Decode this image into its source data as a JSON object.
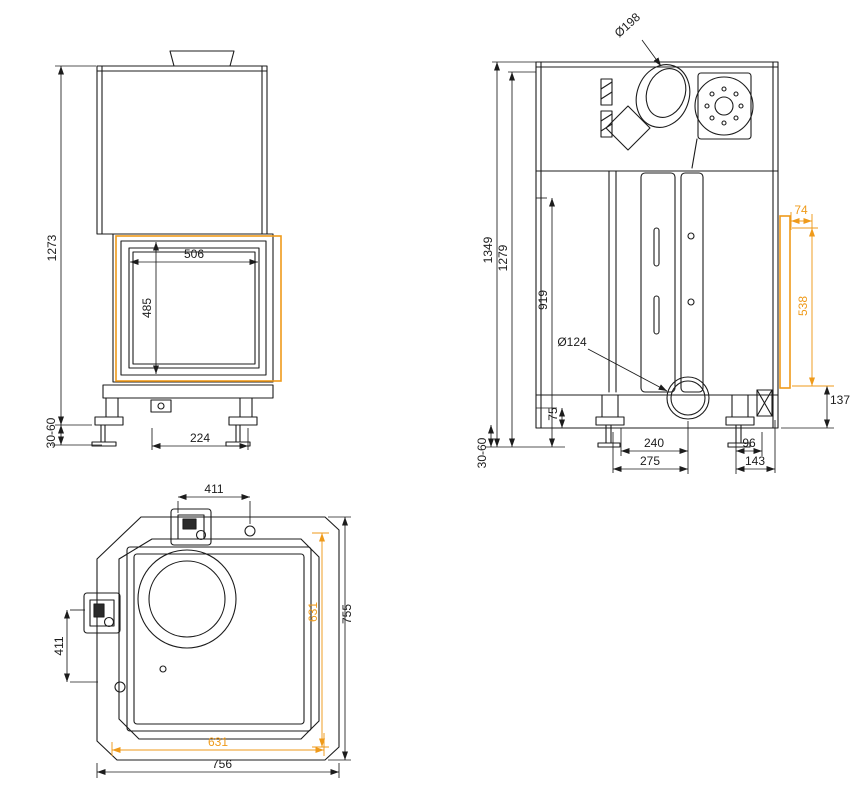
{
  "drawing": {
    "type": "technical-dimension-drawing",
    "subject": "fireplace insert three-view dimensional drawing",
    "line_color": "#1c1c1c",
    "accent_color": "#ef9a1a"
  },
  "dims": {
    "front": {
      "overall_height": "1273",
      "glass_width": "506",
      "glass_height": "485",
      "base_width": "224",
      "leg_adjustment": "30-60"
    },
    "side": {
      "flue_diameter": "Ø198",
      "total_height": "1349",
      "body_height": "1279",
      "mid_height": "919",
      "top_offset": "74",
      "frame_height": "538",
      "bottom_offset": "137",
      "duct_diameter": "Ø124",
      "duct_height": "75",
      "leg_adjustment": "30-60",
      "depth_240": "240",
      "depth_96": "96",
      "depth_275": "275",
      "depth_143": "143"
    },
    "top": {
      "handle_offset_top": "411",
      "handle_offset_left": "411",
      "overall_depth": "755",
      "frame_depth": "631",
      "frame_width": "631",
      "overall_width": "756"
    }
  }
}
